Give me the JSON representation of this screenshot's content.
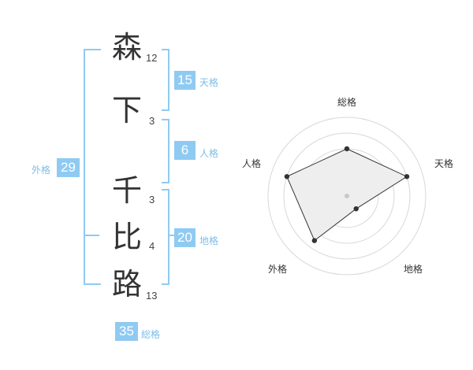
{
  "name_chars": [
    {
      "char": "森",
      "strokes": "12"
    },
    {
      "char": "下",
      "strokes": "3"
    },
    {
      "char": "千",
      "strokes": "3"
    },
    {
      "char": "比",
      "strokes": "4"
    },
    {
      "char": "路",
      "strokes": "13"
    }
  ],
  "fortune": {
    "tenkaku": {
      "value": "15",
      "label": "天格"
    },
    "jinkaku": {
      "value": "6",
      "label": "人格"
    },
    "chikaku": {
      "value": "20",
      "label": "地格"
    },
    "gaikaku": {
      "value": "29",
      "label": "外格"
    },
    "soukaku": {
      "value": "35",
      "label": "総格"
    }
  },
  "radar": {
    "axes": [
      "総格",
      "天格",
      "地格",
      "外格",
      "人格"
    ],
    "values": [
      0.6,
      0.8,
      0.2,
      0.7,
      0.8
    ],
    "colors": {
      "ring": "#d8d8d8",
      "fill": "#eeeeee",
      "line": "#333333",
      "center": "#c8c8c8"
    }
  }
}
